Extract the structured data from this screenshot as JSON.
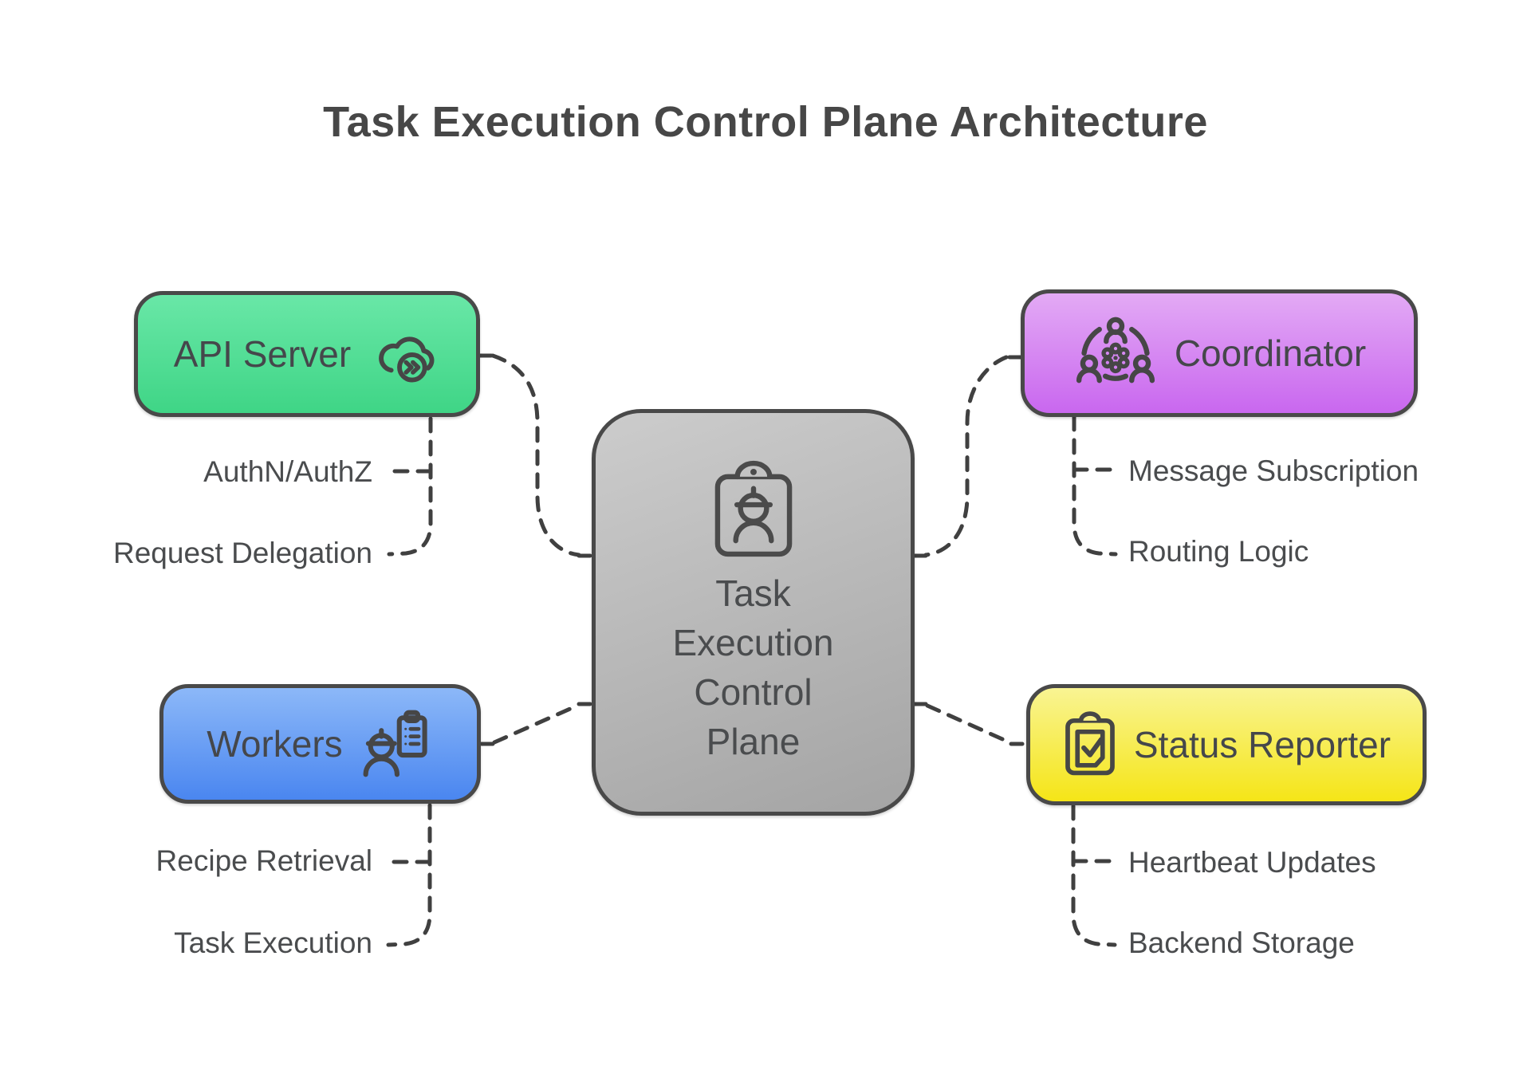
{
  "title": "Task Execution Control Plane Architecture",
  "center_node": {
    "label": "Task Execution Control Plane",
    "lines": [
      "Task",
      "Execution",
      "Control",
      "Plane"
    ],
    "icon": "clipboard-worker-icon",
    "fill_top": "#cccccc",
    "fill_bottom": "#a4a4a4"
  },
  "nodes": [
    {
      "id": "api-server",
      "label": "API Server",
      "icon": "cloud-fast-forward-icon",
      "fill_top": "#69e7a7",
      "fill_bottom": "#3fd586",
      "features": [
        "AuthN/AuthZ",
        "Request Delegation"
      ]
    },
    {
      "id": "coordinator",
      "label": "Coordinator",
      "icon": "team-gear-icon",
      "fill_top": "#e3aaf5",
      "fill_bottom": "#c967ef",
      "features": [
        "Message Subscription",
        "Routing Logic"
      ]
    },
    {
      "id": "workers",
      "label": "Workers",
      "icon": "worker-clipboard-icon",
      "fill_top": "#8cb8f8",
      "fill_bottom": "#4a86f0",
      "features": [
        "Recipe Retrieval",
        "Task Execution"
      ]
    },
    {
      "id": "status-reporter",
      "label": "Status Reporter",
      "icon": "clipboard-check-icon",
      "fill_top": "#f9f493",
      "fill_bottom": "#f5e517",
      "features": [
        "Heartbeat Updates",
        "Backend Storage"
      ]
    }
  ],
  "style": {
    "border_color": "#494949",
    "line_color": "#404040",
    "text_color": "#4a4c4e",
    "background": "#ffffff"
  }
}
